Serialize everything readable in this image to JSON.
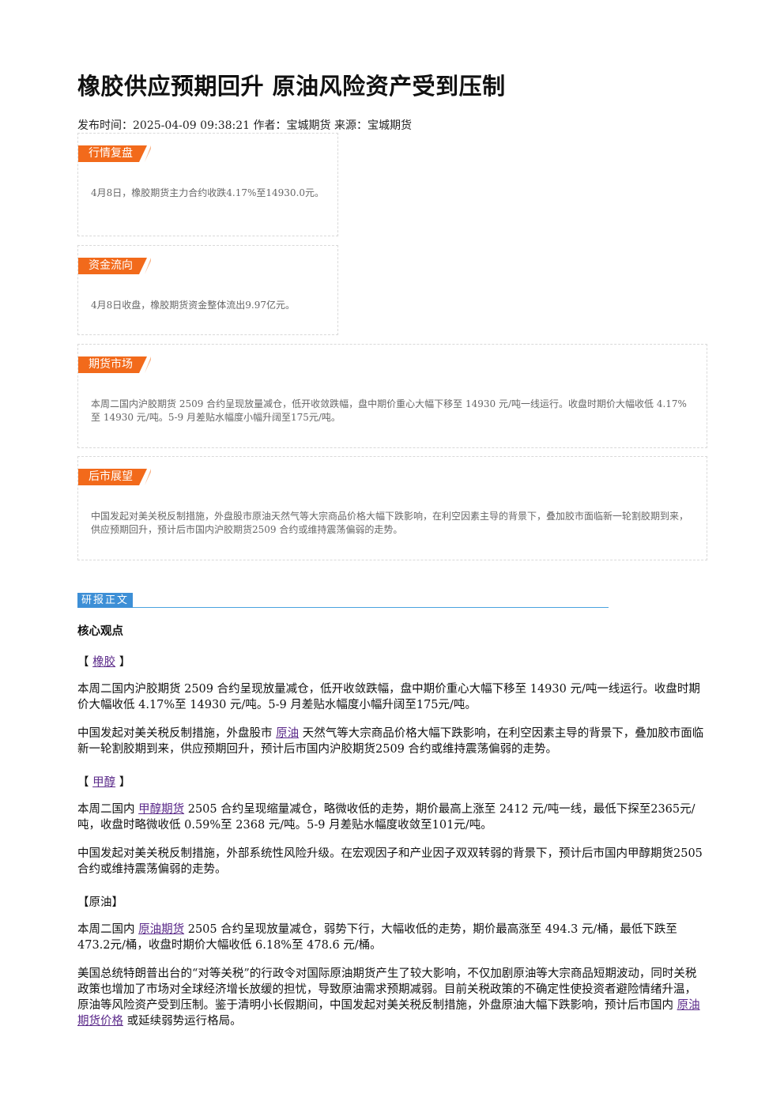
{
  "article": {
    "title": "橡胶供应预期回升 原油风险资产受到压制",
    "meta": "发布时间：2025-04-09 09:38:21 作者：宝城期货 来源：宝城期货"
  },
  "summary_boxes": [
    {
      "tag": "行情复盘",
      "text": "4月8日，橡胶期货主力合约收跌4.17%至14930.0元。"
    },
    {
      "tag": "资金流向",
      "text": "4月8日收盘，橡胶期货资金整体流出9.97亿元。"
    },
    {
      "tag": "期货市场",
      "text": "本周二国内沪胶期货 2509 合约呈现放量减仓，低开收敛跌幅，盘中期价重心大幅下移至 14930 元/吨一线运行。收盘时期价大幅收低 4.17%至 14930 元/吨。5-9 月差贴水幅度小幅升阔至175元/吨。"
    },
    {
      "tag": "后市展望",
      "text": "中国发起对美关税反制措施，外盘股市原油天然气等大宗商品价格大幅下跌影响，在利空因素主导的背景下，叠加胶市面临新一轮割胶期到来，供应预期回升，预计后市国内沪胶期货2509 合约或维持震荡偏弱的走势。"
    }
  ],
  "report": {
    "tag": "研报正文",
    "core_heading": "核心观点",
    "rubber": {
      "bracket_open": "【",
      "bracket_close": "】",
      "heading_link": "橡胶",
      "p1": "本周二国内沪胶期货 2509 合约呈现放量减仓，低开收敛跌幅，盘中期价重心大幅下移至 14930 元/吨一线运行。收盘时期价大幅收低 4.17%至 14930 元/吨。5-9 月差贴水幅度小幅升阔至175元/吨。",
      "p2_before": "中国发起对美关税反制措施，外盘股市 ",
      "p2_link": "原油",
      "p2_after": " 天然气等大宗商品价格大幅下跌影响，在利空因素主导的背景下，叠加胶市面临新一轮割胶期到来，供应预期回升，预计后市国内沪胶期货2509 合约或维持震荡偏弱的走势。"
    },
    "methanol": {
      "bracket_open": "【",
      "bracket_close": "】",
      "heading_link": "甲醇",
      "p1_before": "本周二国内 ",
      "p1_link": "甲醇期货",
      "p1_after": " 2505 合约呈现缩量减仓，略微收低的走势，期价最高上涨至 2412 元/吨一线，最低下探至2365元/吨，收盘时略微收低 0.59%至 2368 元/吨。5-9 月差贴水幅度收敛至101元/吨。",
      "p2": "中国发起对美关税反制措施，外部系统性风险升级。在宏观因子和产业因子双双转弱的背景下，预计后市国内甲醇期货2505合约或维持震荡偏弱的走势。"
    },
    "crude": {
      "heading": "【原油】",
      "p1_before": "本周二国内 ",
      "p1_link": "原油期货",
      "p1_after": " 2505 合约呈现放量减仓，弱势下行，大幅收低的走势，期价最高涨至 494.3 元/桶，最低下跌至473.2元/桶，收盘时期价大幅收低 6.18%至 478.6 元/桶。",
      "p2_before": "美国总统特朗普出台的“对等关税”的行政令对国际原油期货产生了较大影响，不仅加剧原油等大宗商品短期波动，同时关税政策也增加了市场对全球经济增长放缓的担忧，导致原油需求预期减弱。目前关税政策的不确定性使投资者避险情绪升温，原油等风险资产受到压制。鉴于清明小长假期间，中国发起对美关税反制措施，外盘原油大幅下跌影响，预计后市国内 ",
      "p2_link": "原油期货价格",
      "p2_after": " 或延续弱势运行格局。"
    }
  },
  "colors": {
    "tag_orange": "#f26a1b",
    "tag_blue": "#3d8fd6",
    "link": "#5b2a8a"
  }
}
